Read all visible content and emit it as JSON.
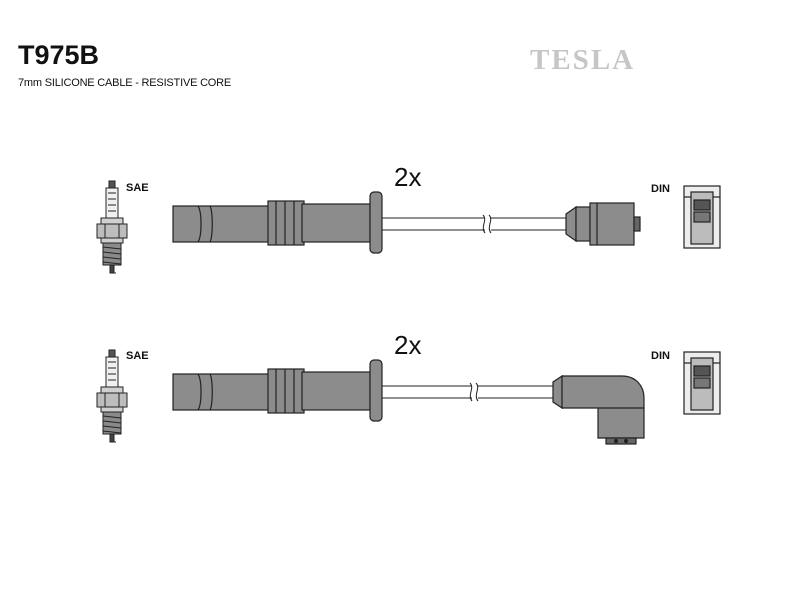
{
  "header": {
    "part_number": "T975B",
    "description": "7mm SILICONE CABLE - RESISTIVE CORE",
    "brand": "TESLA"
  },
  "leads": [
    {
      "quantity": "2x",
      "plug_standard": "SAE",
      "coil_standard": "DIN",
      "coil_connector": "straight"
    },
    {
      "quantity": "2x",
      "plug_standard": "SAE",
      "coil_standard": "DIN",
      "coil_connector": "angled"
    }
  ]
}
